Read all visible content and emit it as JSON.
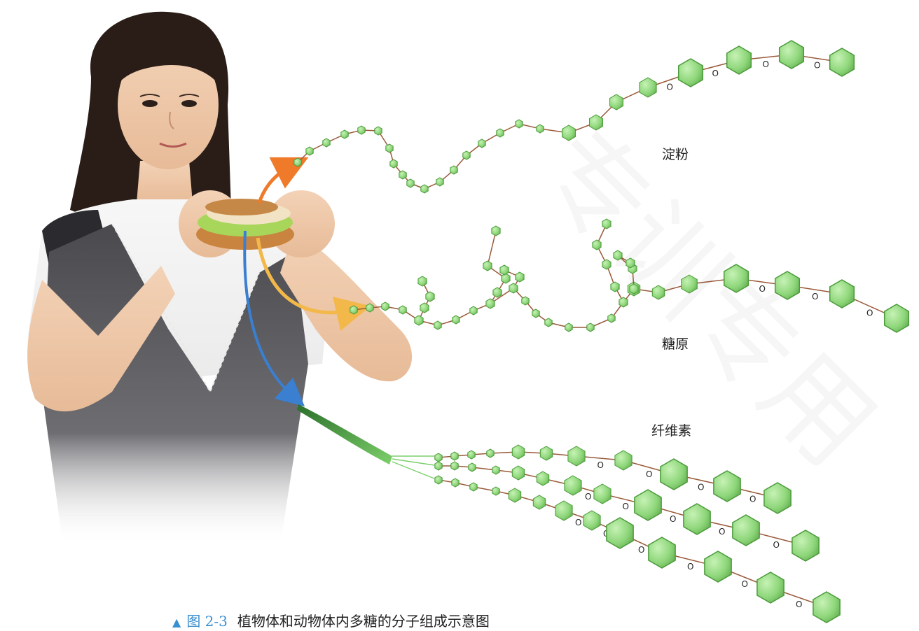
{
  "watermark": "专训专用",
  "labels": {
    "starch": "淀粉",
    "glycogen": "糖原",
    "cellulose": "纤维素"
  },
  "caption": {
    "marker": "▲",
    "figure_number": "图 2-3",
    "text": "植物体和动物体内多糖的分子组成示意图"
  },
  "colors": {
    "sugar_fill": "#8ed67a",
    "sugar_stroke": "#4a9a3a",
    "arrow_starch": "#ef7a2a",
    "arrow_glycogen": "#f2b84a",
    "arrow_cellulose": "#3a7fd0",
    "oxygen_text": "#222222"
  },
  "illustration": {
    "subject": "student-holding-sandwich",
    "icons": [
      "sandwich-icon",
      "glucose-ring-icon"
    ]
  }
}
